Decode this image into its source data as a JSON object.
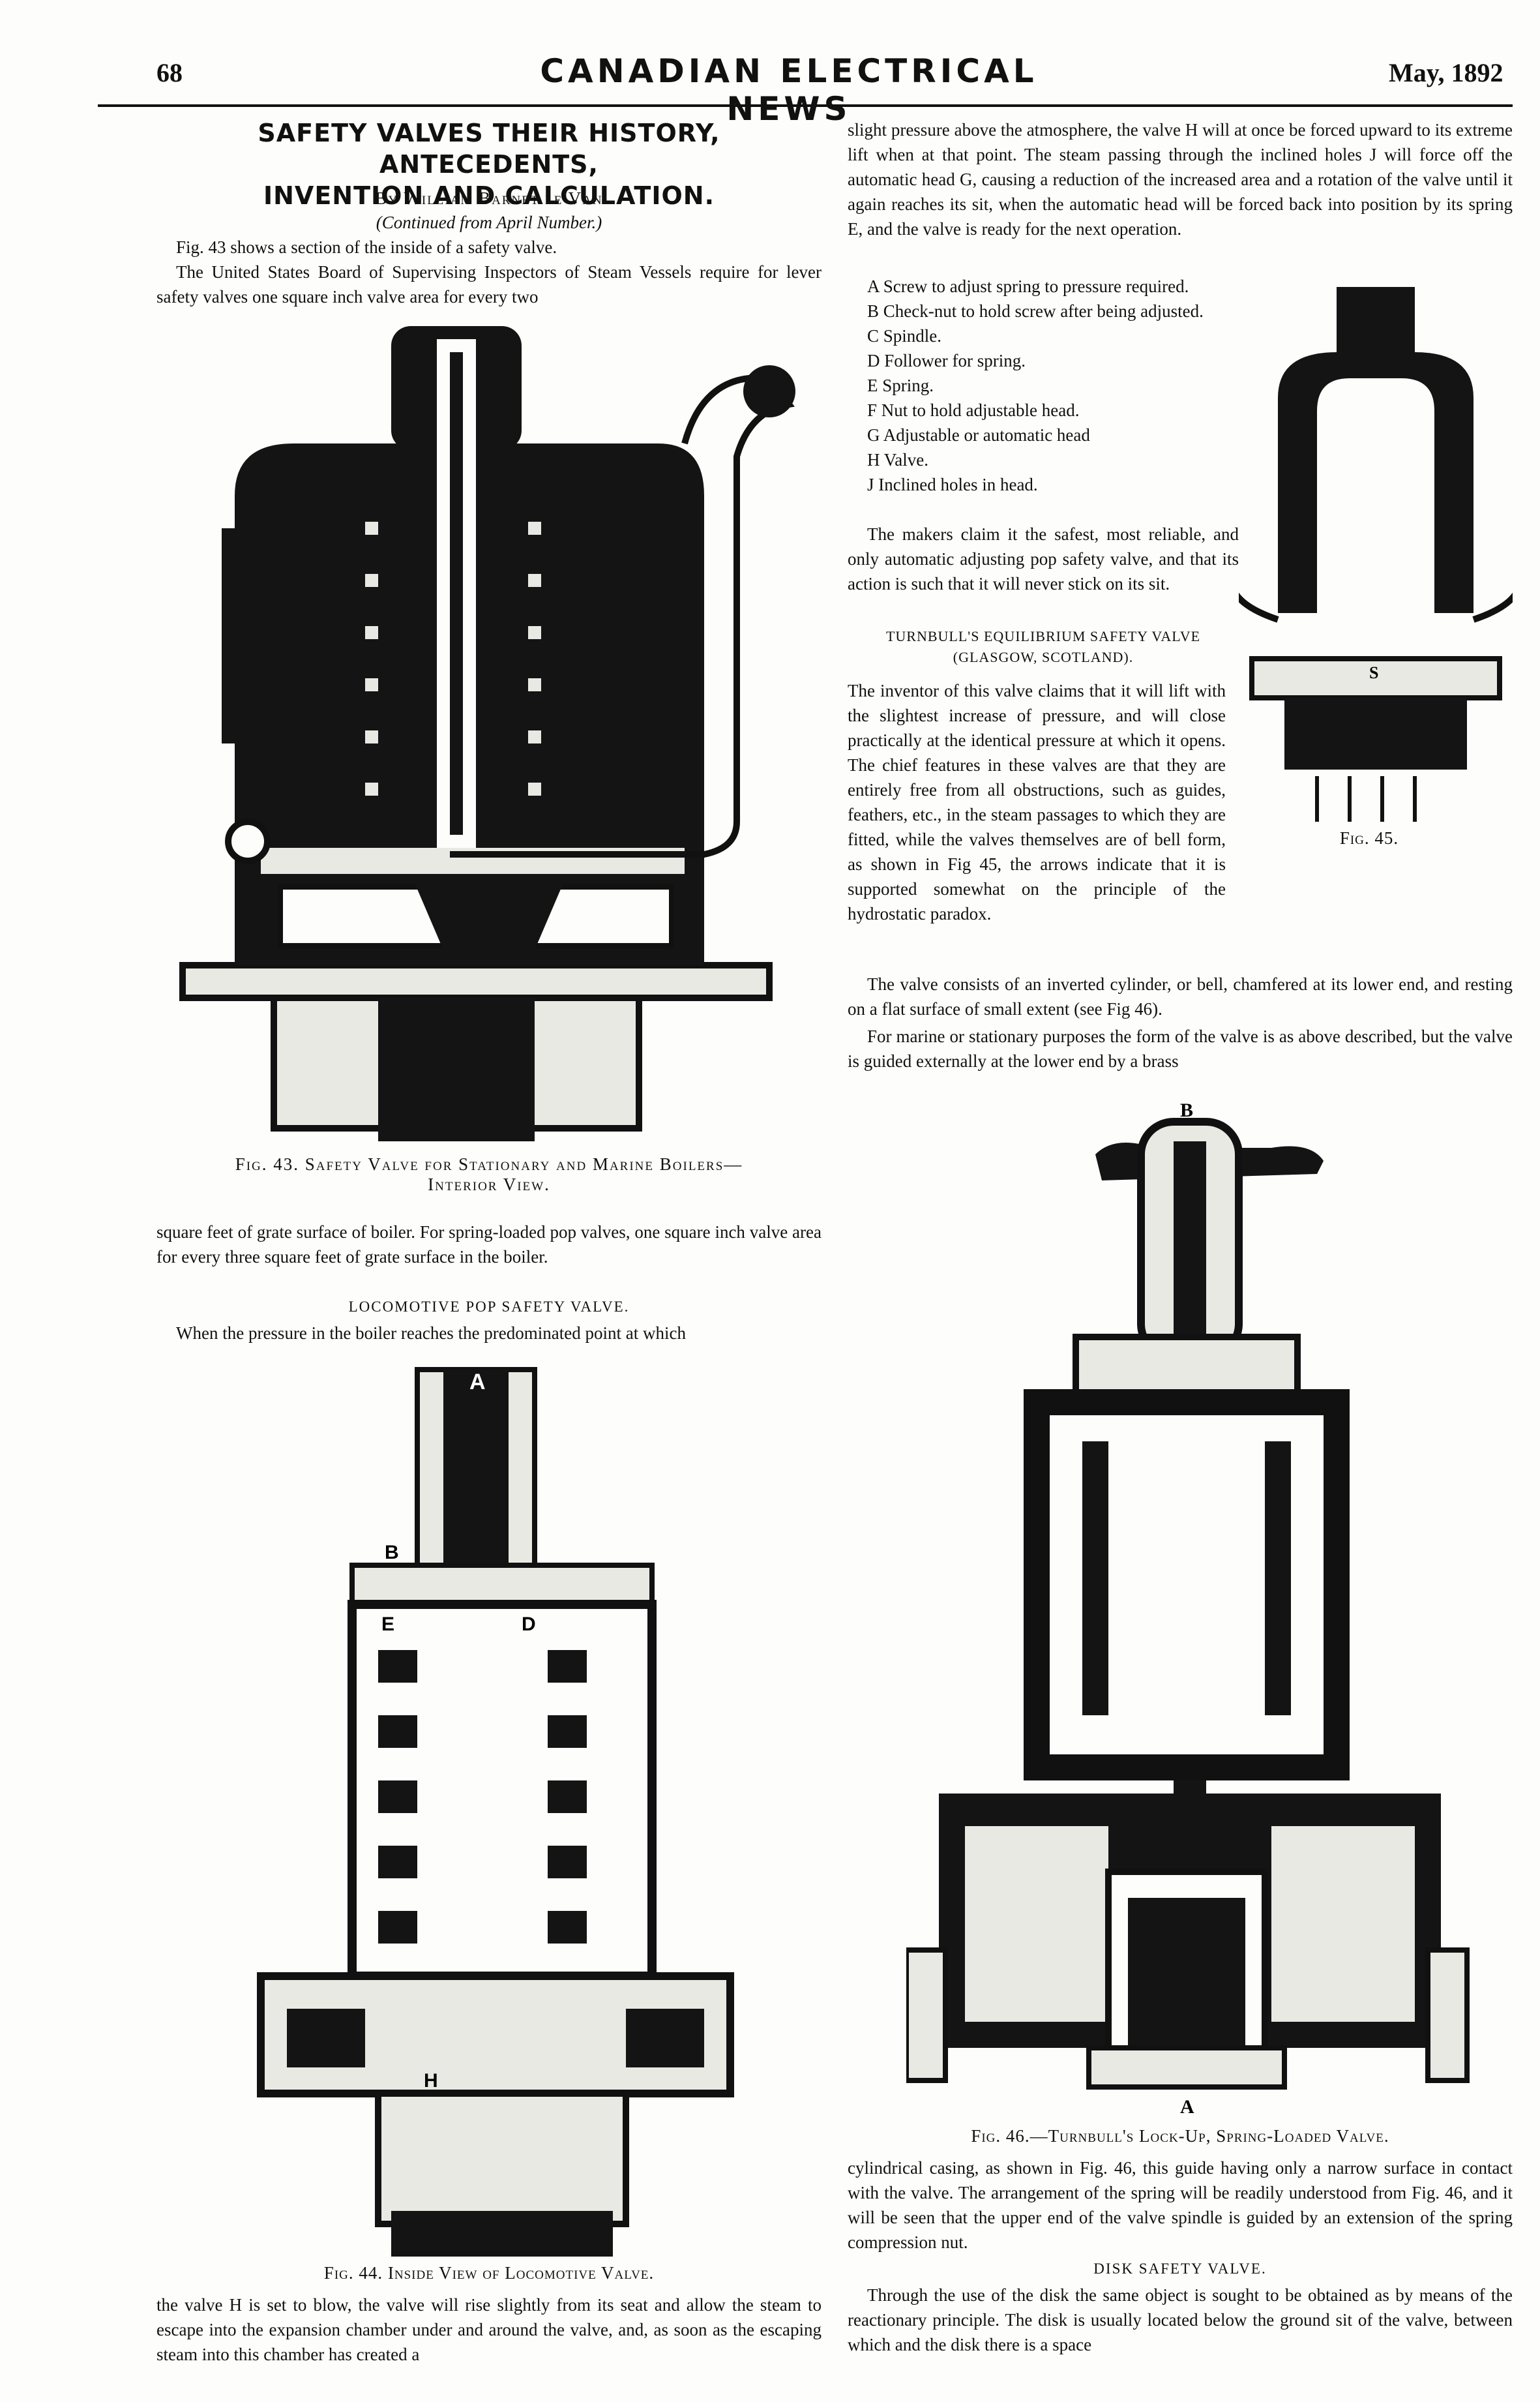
{
  "header": {
    "page_number": "68",
    "masthead": "CANADIAN ELECTRICAL NEWS",
    "date": "May, 1892"
  },
  "article": {
    "title_line1": "SAFETY VALVES THEIR HISTORY, ANTECEDENTS,",
    "title_line2": "INVENTION AND CALCULATION.",
    "byline": "By William Barnet le Van",
    "continued": "(Continued from April Number.)",
    "intro1": "Fig. 43 shows a section of the inside of a safety valve.",
    "intro2": "The United States Board of Supervising Inspectors of Steam Vessels require for lever safety valves one square inch valve area for every two",
    "para_grate": "square feet of grate surface of boiler. For spring-loaded pop valves, one square inch valve area for every three square feet of grate surface in the boiler.",
    "heading_loco": "LOCOMOTIVE POP SAFETY VALVE.",
    "para_loco": "When the pressure in the boiler reaches the predominated point at which",
    "para_bottom_left": "the valve H is set to blow, the valve will rise slightly from its seat and allow the steam to escape into the expansion chamber under and around the valve, and, as soon as the escaping steam into this chamber has created a",
    "para_right_top": "slight pressure above the atmosphere, the valve H will at once be forced upward to its extreme lift when at that point. The steam passing through the inclined holes J will force off the automatic head G, causing a reduction of the increased area and a rotation of the valve until it again reaches its sit, when the automatic head will be forced back into position by its spring E, and the valve is ready for the next operation.",
    "legend": [
      "A Screw to adjust spring to pressure required.",
      "B Check-nut to hold screw after being adjusted.",
      "C Spindle.",
      "D Follower for spring.",
      "E Spring.",
      "F Nut to hold adjustable head.",
      "G Adjustable or automatic head",
      "H Valve.",
      "J Inclined holes in head."
    ],
    "para_makers": "The makers claim it the safest, most reliable, and only automatic adjusting pop safety valve, and that its action is such that it will never stick on its sit.",
    "heading_turnbull1": "TURNBULL'S EQUILIBRIUM SAFETY VALVE",
    "heading_turnbull2": "(GLASGOW, SCOTLAND).",
    "para_inventor": "The inventor of this valve claims that it will lift with the slightest increase of pressure, and will close practically at the identical pressure at which it opens. The chief features in these valves are that they are entirely free from all obstructions, such as guides, feathers, etc., in the steam passages to which they are fitted, while the valves themselves are of bell form, as shown in Fig 45, the arrows indicate that it is supported somewhat on the principle of the hydrostatic paradox.",
    "para_cylinder": "The valve consists of an inverted cylinder, or bell, chamfered at its lower end, and resting on a flat surface of small extent (see Fig 46).",
    "para_marine": "For marine or stationary purposes the form of the valve is as above described, but the valve is guided externally at the lower end by a brass",
    "para_casing": "cylindrical casing, as shown in Fig. 46, this guide having only a narrow surface in contact with the valve. The arrangement of the spring will be readily understood from Fig. 46, and it will be seen that the upper end of the valve spindle is guided by an extension of the spring compression nut.",
    "heading_disk": "DISK SAFETY VALVE.",
    "para_disk": "Through the use of the disk the same object is sought to be obtained as by means of the reactionary principle. The disk is usually located below the ground sit of the valve, between which and the disk there is a space"
  },
  "figures": {
    "fig43_line1": "Fig. 43. Safety Valve for Stationary and Marine Boilers—",
    "fig43_line2": "Interior View.",
    "fig44": "Fig. 44. Inside View of Locomotive Valve.",
    "fig45": "Fig. 45.",
    "fig46": "Fig. 46.—Turnbull's Lock-Up, Spring-Loaded Valve.",
    "fig46_label_top": "B",
    "fig46_label_bottom": "A",
    "fig44_labels": [
      "A",
      "B",
      "D",
      "E",
      "H"
    ],
    "fig45_label": "S"
  }
}
